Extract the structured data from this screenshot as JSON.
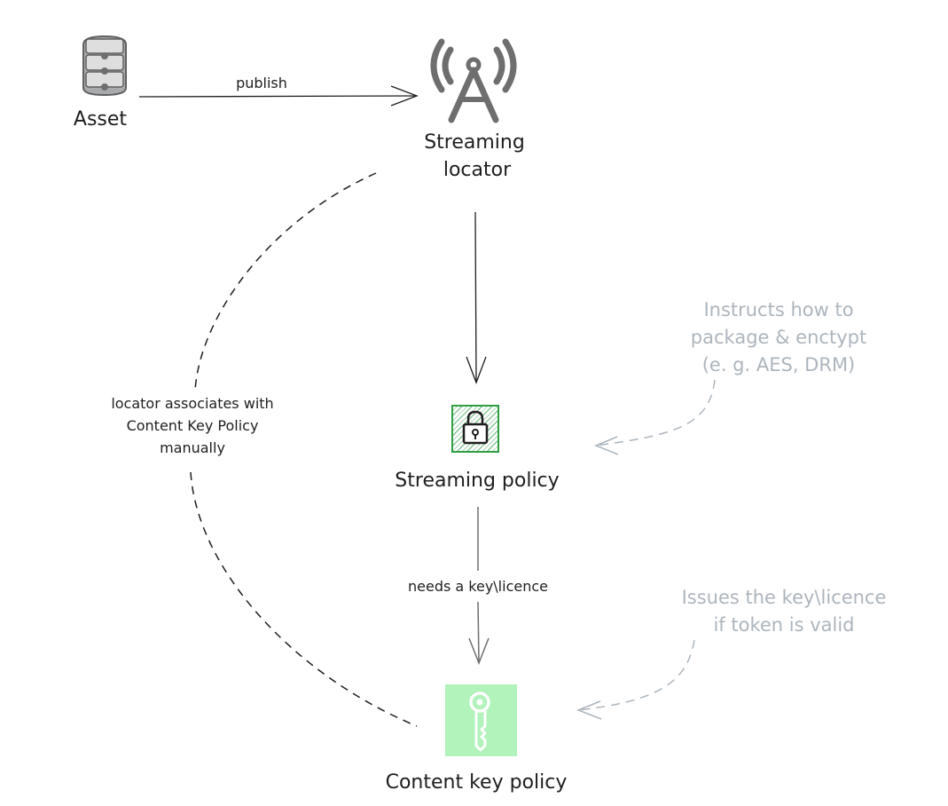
{
  "nodes": {
    "asset": {
      "label": "Asset"
    },
    "streaming_locator": {
      "label_lines": [
        "Streaming",
        "locator"
      ]
    },
    "streaming_policy": {
      "label": "Streaming policy"
    },
    "content_key_policy": {
      "label": "Content key policy"
    }
  },
  "edges": {
    "publish": {
      "label": "publish"
    },
    "needs_key": {
      "label": "needs a key\\licence"
    },
    "locator_association": {
      "label_lines": [
        "locator associates with",
        "Content Key Policy",
        "manually"
      ]
    }
  },
  "notes": {
    "streaming_policy_note": {
      "lines": [
        "Instructs how to",
        "package & enctypt",
        "(e. g. AES, DRM)"
      ]
    },
    "content_key_note": {
      "lines": [
        "Issues the key\\licence",
        "if token is valid"
      ]
    }
  },
  "colors": {
    "text": "#1e1e1e",
    "note_text": "#adb5bd",
    "streaming_policy_accent": "#2f9e44",
    "content_key_fill": "#b2f2bb",
    "icon_gray": "#6e6e6e"
  },
  "icons": {
    "asset": "database-icon",
    "streaming_locator": "antenna-icon",
    "streaming_policy": "padlock-icon",
    "content_key_policy": "key-icon"
  }
}
